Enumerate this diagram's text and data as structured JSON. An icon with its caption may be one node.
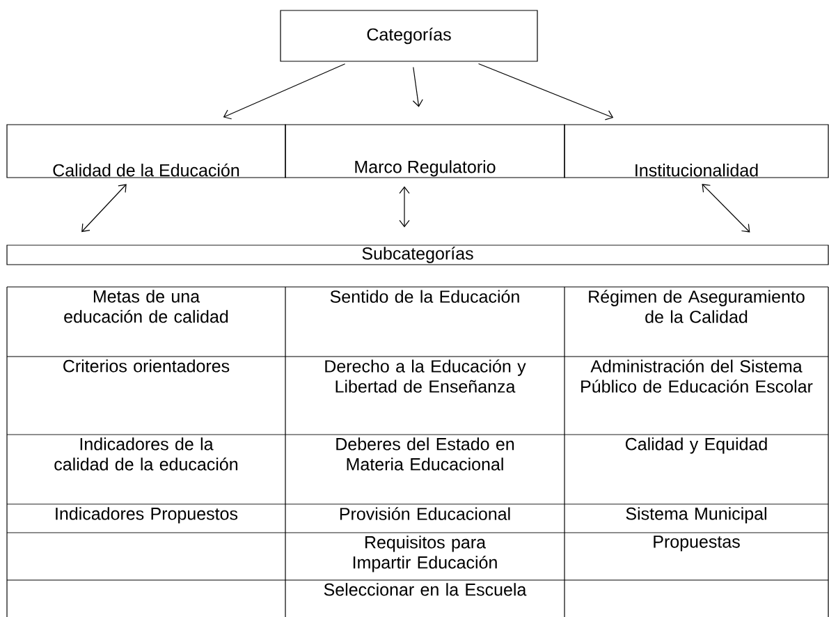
{
  "diagram": {
    "nodes": [
      {
        "text": [
          "Categorías"
        ]
      },
      {
        "text": [
          "Calidad de la Educación"
        ]
      },
      {
        "text": [
          "Marco Regulatorio"
        ]
      },
      {
        "text": [
          "Institucionalidad"
        ]
      },
      {
        "text": [
          "Subcategorías"
        ]
      }
    ],
    "edges": [
      {
        "from": 0,
        "to": 1,
        "arrow": "to"
      },
      {
        "from": 0,
        "to": 2,
        "arrow": "to"
      },
      {
        "from": 0,
        "to": 3,
        "arrow": "to"
      },
      {
        "from": 1,
        "to": 4,
        "arrow": "both"
      },
      {
        "from": 2,
        "to": 4,
        "arrow": "both"
      },
      {
        "from": 3,
        "to": 4,
        "arrow": "both"
      }
    ],
    "labels": [
      "Metas de una educación de calidad",
      "Sentido de la Educación",
      "Régimen de Aseguramiento de la Calidad",
      "Criterios orientadores",
      "Derecho a la Educación y Libertad de Enseñanza",
      "Administración del Sistema Público de Educación Escolar",
      "Indicadores de la calidad de la educación",
      "Deberes del Estado en Materia Educacional",
      "Calidad y Equidad",
      "Indicadores Propuestos",
      "Provisión  Educacional",
      "Sistema Municipal",
      "Requisitos para Impartir Educación",
      "Propuestas",
      "Seleccionar en la Escuela"
    ]
  }
}
